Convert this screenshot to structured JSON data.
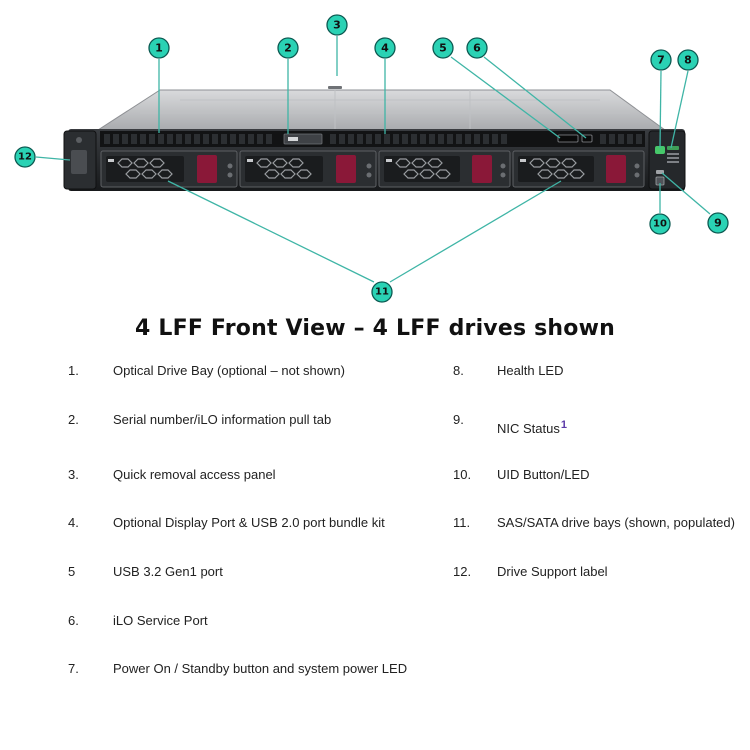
{
  "colors": {
    "callout_fill": "#2ad2b4",
    "callout_stroke": "#0d5a52",
    "leader_line": "#3fb5a6",
    "drive_latch": "#8a1838",
    "chassis_dark": "#202326",
    "footnote": "#5c3aa8"
  },
  "title": "4 LFF Front View – 4 LFF drives shown",
  "callouts": [
    "1",
    "2",
    "3",
    "4",
    "5",
    "6",
    "7",
    "8",
    "9",
    "10",
    "11",
    "12"
  ],
  "items_left": [
    {
      "num": "1.",
      "label": "Optical Drive Bay (optional – not shown)"
    },
    {
      "num": "2.",
      "label": "Serial number/iLO information pull tab"
    },
    {
      "num": "3.",
      "label": "Quick removal access panel"
    },
    {
      "num": "4.",
      "label": "Optional Display Port & USB 2.0 port bundle kit"
    },
    {
      "num": "5",
      "label": "USB 3.2 Gen1 port"
    },
    {
      "num": "6.",
      "label": "iLO Service Port"
    },
    {
      "num": "7.",
      "label": "Power On / Standby button and system power LED"
    }
  ],
  "items_right": [
    {
      "num": "8.",
      "label": "Health LED"
    },
    {
      "num": "9.",
      "label": "NIC Status",
      "sup": "1"
    },
    {
      "num": "10.",
      "label": "UID Button/LED"
    },
    {
      "num": "11.",
      "label": "SAS/SATA drive bays (shown, populated)"
    },
    {
      "num": "12.",
      "label": "Drive Support label"
    }
  ]
}
